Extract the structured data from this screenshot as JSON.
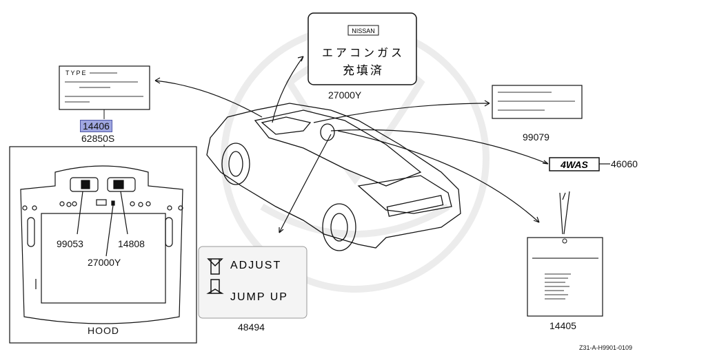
{
  "parts": {
    "p27000y_top": "27000Y",
    "p14406": "14406",
    "p62850s": "62850S",
    "p99079": "99079",
    "p46060": "46060",
    "p99053": "99053",
    "p27000y_hood": "27000Y",
    "p14808": "14808",
    "p48494": "48494",
    "p14405": "14405",
    "hood": "HOOD"
  },
  "labels": {
    "nissan_logo": "NISSAN",
    "aircon_line1": "エアコンガス",
    "aircon_line2": "充填済",
    "type_header": "TYPE",
    "adjust": "ADJUST",
    "jump_up": "JUMP UP",
    "badge_4wds": "4WAS"
  },
  "diagram_id": "Z31-A-H9901-0109",
  "colors": {
    "highlight": "#9fa6e0",
    "line": "#111111"
  }
}
